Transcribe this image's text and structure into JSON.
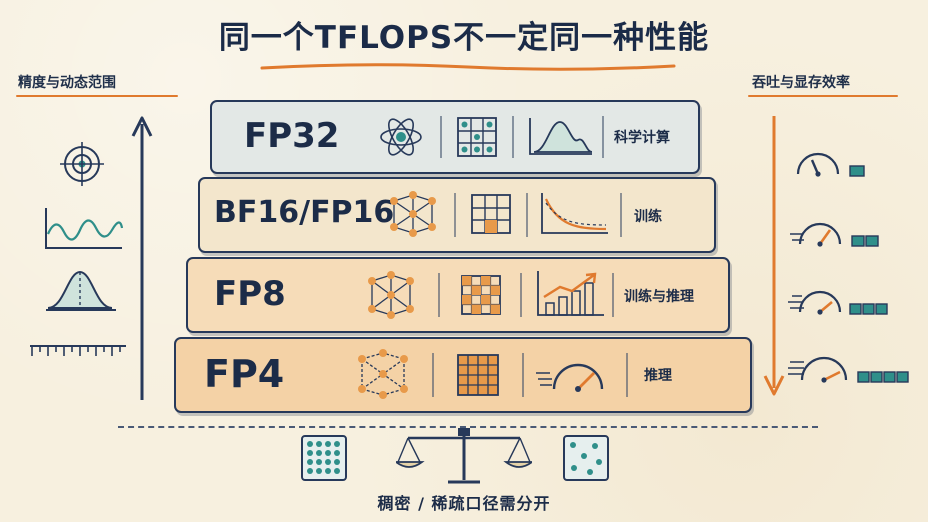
{
  "title": "同一个TFLOPS不一定同一种性能",
  "left_axis": {
    "label": "精度与动态范围"
  },
  "right_axis": {
    "label": "吞吐与显存效率"
  },
  "tiers": [
    {
      "name": "FP32",
      "use": "科学计算",
      "fill": "#e3e8e6"
    },
    {
      "name": "BF16/FP16",
      "use": "训练",
      "fill": "#f3e6cc"
    },
    {
      "name": "FP8",
      "use": "训练与推理",
      "fill": "#f6dcb8"
    },
    {
      "name": "FP4",
      "use": "推理",
      "fill": "#f4d2a6"
    }
  ],
  "bottom": {
    "label": "稠密 / 稀疏口径需分开"
  },
  "colors": {
    "ink": "#1f2f4a",
    "accent": "#e07a2e",
    "teal": "#2f8f8a"
  }
}
